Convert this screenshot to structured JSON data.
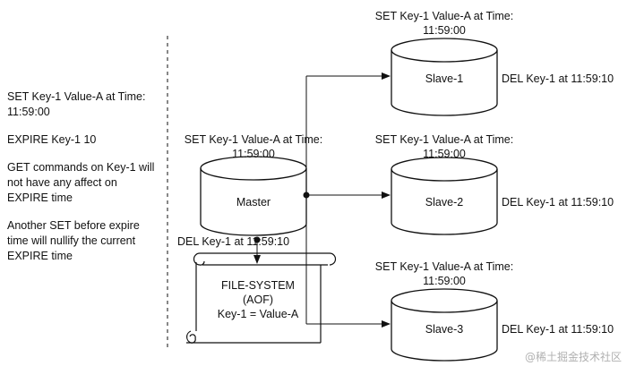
{
  "notes": {
    "line1": "SET Key-1 Value-A at Time:",
    "line2": "11:59:00",
    "expire": "EXPIRE Key-1 10",
    "get1": "GET commands on Key-1 will",
    "get2": "not have any affect on",
    "get3": "EXPIRE time",
    "another1": "Another SET before expire",
    "another2": "time will nullify the current",
    "another3": "EXPIRE time"
  },
  "master": {
    "label": "Master",
    "set_line1": "SET Key-1 Value-A at Time:",
    "set_line2": "11:59:00"
  },
  "slaves": [
    {
      "label": "Slave-1",
      "set_line1": "SET Key-1 Value-A at Time:",
      "set_line2": "11:59:00",
      "del": "DEL Key-1 at 11:59:10"
    },
    {
      "label": "Slave-2",
      "set_line1": "SET Key-1 Value-A at Time:",
      "set_line2": "11:59:00",
      "del": "DEL Key-1 at 11:59:10"
    },
    {
      "label": "Slave-3",
      "set_line1": "SET Key-1 Value-A at Time:",
      "set_line2": "11:59:00",
      "del": "DEL Key-1 at 11:59:10"
    }
  ],
  "filesystem": {
    "del": "DEL Key-1 at 11:59:10",
    "line1": "FILE-SYSTEM",
    "line2": "(AOF)",
    "line3": "Key-1 = Value-A"
  },
  "watermark": "@稀土掘金技术社区"
}
